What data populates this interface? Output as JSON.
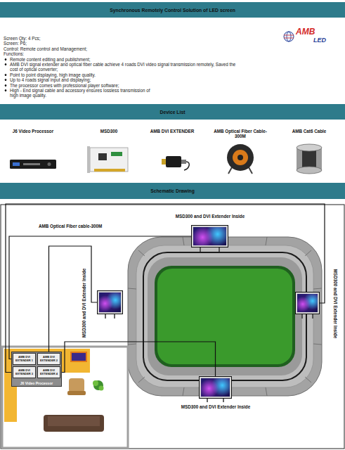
{
  "diagram": {
    "title": "Synchronous Remotely Control Solution of LED screen",
    "nodes": [
      {
        "text": [
          "Device List"
        ]
      },
      {
        "text": [
          "Schematic Drawing"
        ]
      },
      {
        "text": [
          "MSD300 and DVI Extender Inside"
        ]
      },
      {
        "text": [
          "MSD300 and DVI Extender Inside"
        ]
      },
      {
        "text": [
          "MSD300 and DVI Extender Inside"
        ]
      },
      {
        "text": [
          "MSD300 and DVI Extender Inside"
        ]
      },
      {
        "text": [
          "J6 Video Processor"
        ]
      },
      {
        "text": [
          "AMB DVI EXTENDER 1"
        ],
        "in": 6
      },
      {
        "text": [
          "AMB DVI EXTENDER 2"
        ],
        "in": 6
      },
      {
        "text": [
          "AMB DVI EXTENDER 3"
        ],
        "in": 6
      },
      {
        "text": [
          "AMB DVI EXTENDER 4"
        ],
        "in": 6
      }
    ],
    "edges": [
      {
        "from": 9,
        "to": 4,
        "arrow": "none"
      },
      {
        "from": 7,
        "to": 2,
        "label": "AMB Optical Fiber cable-300M",
        "arrow": "none"
      },
      {
        "from": 8,
        "to": 3,
        "arrow": "none"
      },
      {
        "from": 10,
        "to": 5,
        "arrow": "none"
      }
    ],
    "labels": [
      "Screen Qty: 4 Pcs;",
      "Screen: P6;",
      "Control: Remote control and Management;",
      "Functions:",
      "Remote content editing and publishment;",
      "AMB DVI signal extender and optical fiber cable achieve 4 roads DVI video signal transmission remotely, Saved the cost of optical converter;",
      "Point to point displaying, high image quality.",
      "Up to 4 roads signal input and displaying;",
      "The processor comes with professional player software;",
      "High - End signal cable and accessory ensures lossless transmission of high image quality.",
      "AMB",
      "LED",
      "J6 Video Processor",
      "MSD300",
      "AMB DVI EXTENDER",
      "AMB Optical Fiber Cable-300M",
      "AMB Cat6 Cable"
    ]
  }
}
